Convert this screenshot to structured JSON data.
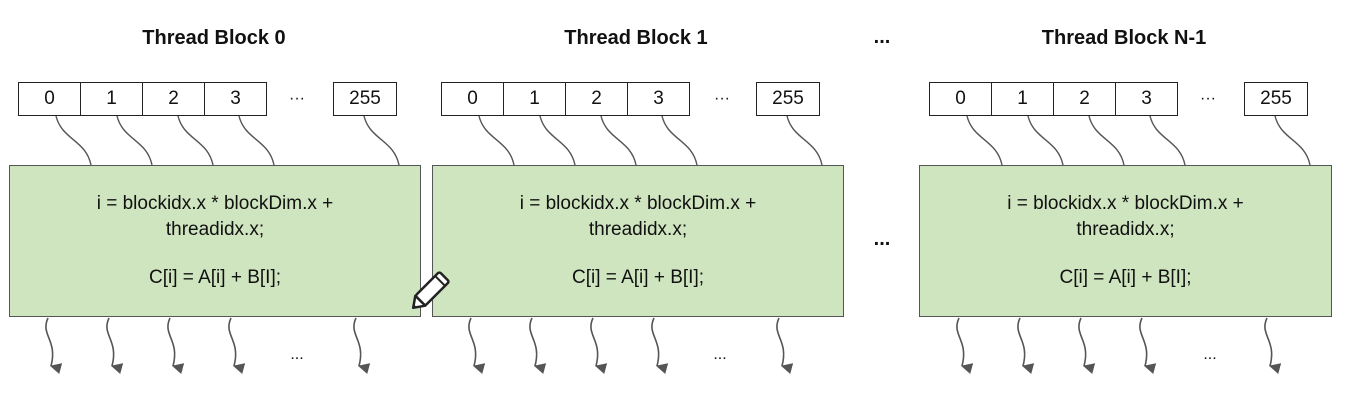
{
  "blocks": [
    {
      "title": "Thread Block 0",
      "cells": [
        "0",
        "1",
        "2",
        "3"
      ],
      "cell_ellipsis": "···",
      "last_cell": "255",
      "code_line1": "i = blockidx.x * blockDim.x +",
      "code_line2": "threadidx.x;",
      "code_line3": "C[i] = A[i] + B[I];",
      "bottom_ellipsis": "..."
    },
    {
      "title": "Thread Block 1",
      "cells": [
        "0",
        "1",
        "2",
        "3"
      ],
      "cell_ellipsis": "···",
      "last_cell": "255",
      "code_line1": "i = blockidx.x * blockDim.x +",
      "code_line2": "threadidx.x;",
      "code_line3": "C[i] = A[i] + B[I];",
      "bottom_ellipsis": "..."
    },
    {
      "title": "Thread Block N-1",
      "cells": [
        "0",
        "1",
        "2",
        "3"
      ],
      "cell_ellipsis": "···",
      "last_cell": "255",
      "code_line1": "i = blockidx.x * blockDim.x +",
      "code_line2": "threadidx.x;",
      "code_line3": "C[i] = A[i] + B[I];",
      "bottom_ellipsis": "..."
    }
  ],
  "between_ellipsis_top": "...",
  "between_ellipsis_mid": "...",
  "colors": {
    "kernel_fill": "#cfe5bf",
    "arrow": "#555555"
  },
  "icons": {
    "annotation": "pencil-icon"
  }
}
